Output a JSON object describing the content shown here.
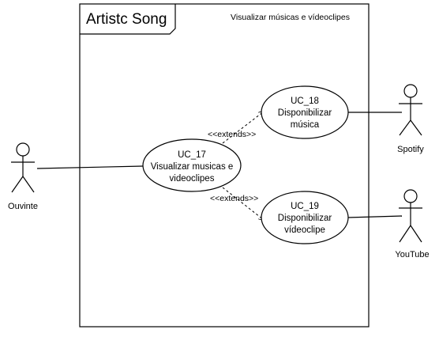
{
  "system": {
    "title": "Artistc Song",
    "subtitle": "Visualizar músicas e vídeoclipes"
  },
  "actors": {
    "ouvinte": "Ouvinte",
    "spotify": "Spotify",
    "youtube": "YouTube"
  },
  "use_cases": {
    "uc17": {
      "id": "UC_17",
      "line1": "Visualizar musicas e",
      "line2": "videoclipes"
    },
    "uc18": {
      "id": "UC_18",
      "line1": "Disponibilizar",
      "line2": "música"
    },
    "uc19": {
      "id": "UC_19",
      "line1": "Disponibilizar",
      "line2": "vídeoclipe"
    }
  },
  "relations": {
    "extend_a": "<<extends>>",
    "extend_b": "<<extends>>"
  }
}
